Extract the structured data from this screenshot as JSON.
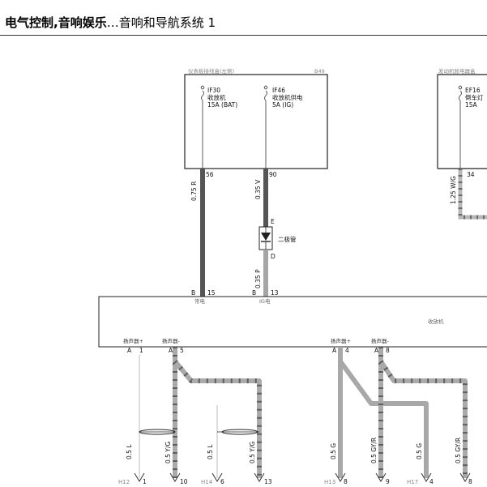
{
  "header": {
    "title": "电气控制,音响娱乐",
    "subtitle": "…音响和导航系统 1"
  },
  "colors": {
    "wire_dark": "#555555",
    "wire_mid": "#7d7d7d",
    "wire_light": "#a8a8a8",
    "wire_stripe": "#5e5e5e",
    "box_fill": "#ffffff",
    "connector_band": "#d8d8d8"
  },
  "fuse_box_left": {
    "title": "仪表板接线盒(左侧)",
    "code": "B49",
    "fuses": [
      {
        "id": "IF30",
        "name": "收放机",
        "rating": "15A (BAT)",
        "pin": "56"
      },
      {
        "id": "IF46",
        "name": "收放机供电",
        "rating": "5A (IG)",
        "pin": "90"
      }
    ]
  },
  "fuse_box_right": {
    "title": "发动机舱电器盒",
    "fuse": {
      "id": "EF16",
      "name": "倒车灯",
      "rating": "15A",
      "pin": "34"
    },
    "wire": "1.25 W/G"
  },
  "wires": {
    "w56": "0.75 R",
    "w90": "0.35 V",
    "w_diode_out": "0.35 P"
  },
  "diode": {
    "label": "二极管",
    "pin_top": "E",
    "pin_bottom": "D"
  },
  "radio": {
    "name": "收放机",
    "pins": [
      {
        "conn": "B",
        "pin": "15",
        "name": "常电"
      },
      {
        "conn": "B",
        "pin": "13",
        "name": "IG电"
      }
    ],
    "speaker_pins": [
      {
        "label": "扬声器+",
        "conn": "A",
        "pin": "1"
      },
      {
        "label": "扬声器-",
        "conn": "A",
        "pin": "5"
      },
      {
        "label": "扬声器+",
        "conn": "A",
        "pin": "4"
      },
      {
        "label": "扬声器-",
        "conn": "A",
        "pin": "8"
      }
    ]
  },
  "speaker_wires": [
    "0.5 L",
    "0.5 Y/G",
    "0.5 L",
    "0.5 Y/G",
    "0.5 G",
    "0.5 GY/R",
    "0.5 G",
    "0.5 GY/R"
  ],
  "bottom_connectors": [
    {
      "code": "H12",
      "pins": [
        "1",
        "10"
      ]
    },
    {
      "code": "H14",
      "pins": [
        "6",
        "13"
      ]
    },
    {
      "code": "H13",
      "pins": [
        "8",
        "9"
      ]
    },
    {
      "code": "H17",
      "pins": [
        "4",
        "8"
      ]
    }
  ]
}
